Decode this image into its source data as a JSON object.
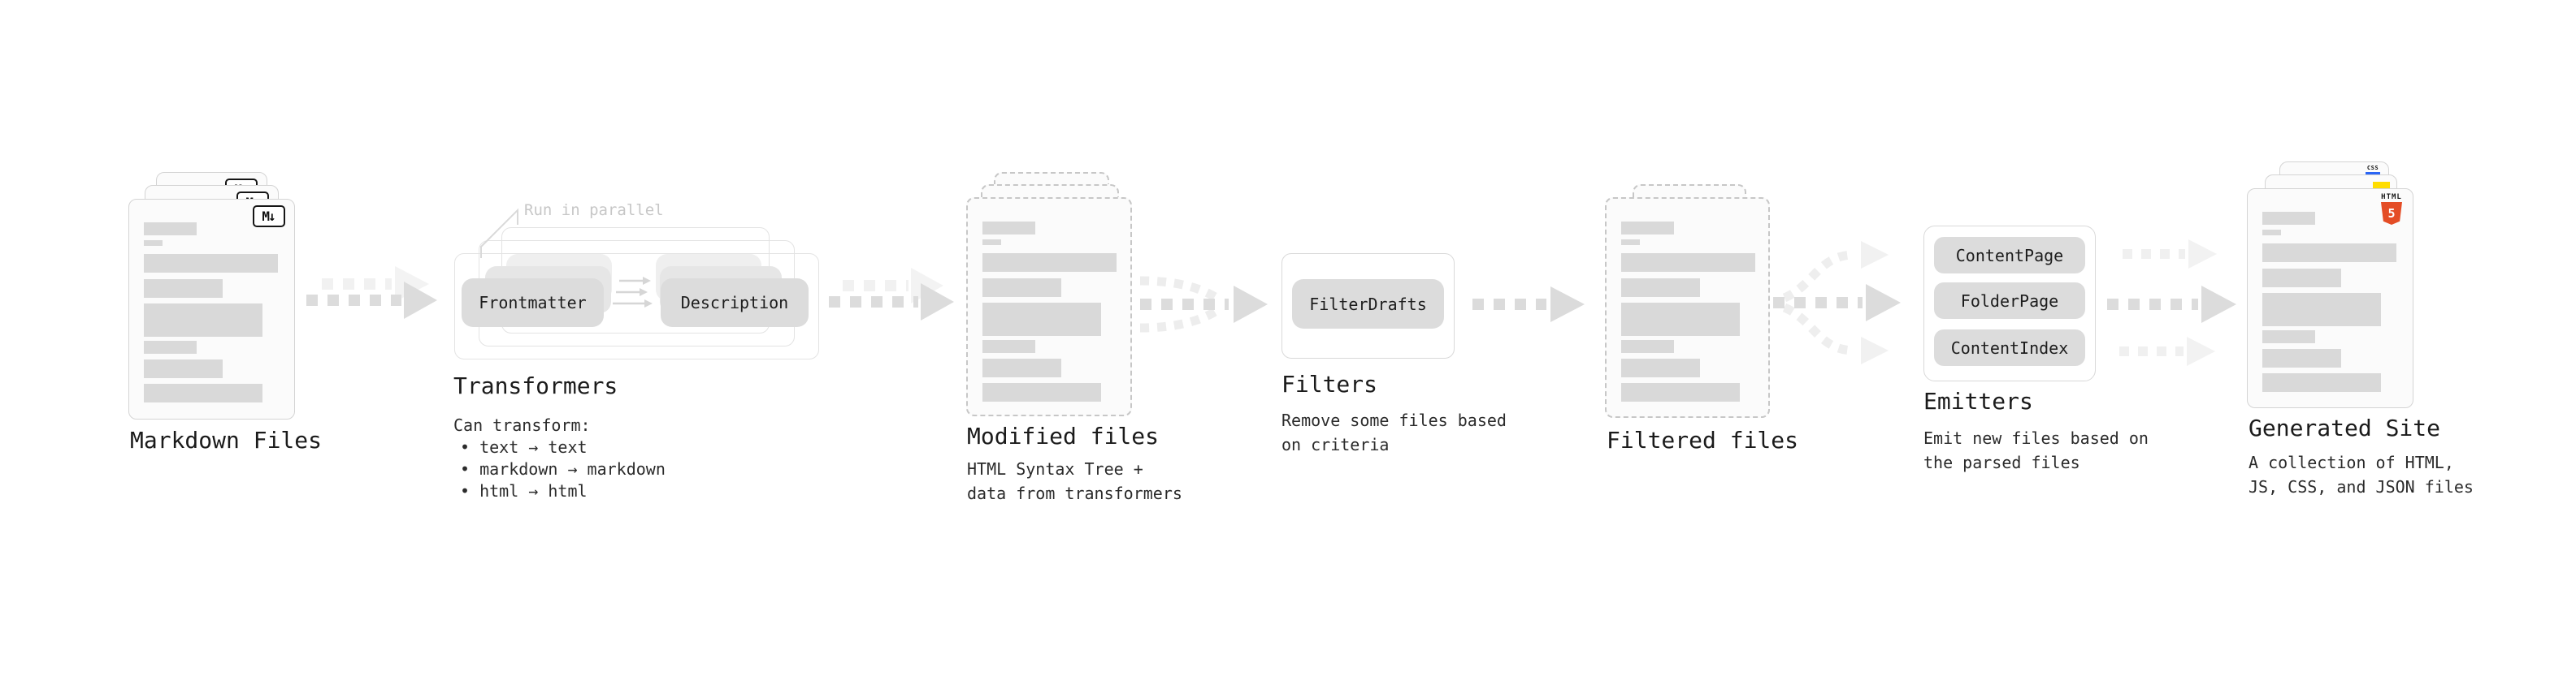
{
  "diagram": {
    "stages": {
      "markdown": {
        "title": "Markdown Files",
        "icon_label": "M↓"
      },
      "transformers": {
        "title": "Transformers",
        "annotation": "Run in parallel",
        "pill_left": "Frontmatter",
        "pill_right": "Description",
        "intro": "Can transform:",
        "bullets": [
          "• text → text",
          "• markdown → markdown",
          "• html → html"
        ]
      },
      "modified": {
        "title": "Modified files",
        "sub1": "HTML Syntax Tree +",
        "sub2": "data from transformers"
      },
      "filters": {
        "title": "Filters",
        "pill": "FilterDrafts",
        "sub1": "Remove some files based",
        "sub2": "on criteria"
      },
      "filtered": {
        "title": "Filtered files"
      },
      "emitters": {
        "title": "Emitters",
        "pills": [
          "ContentPage",
          "FolderPage",
          "ContentIndex"
        ],
        "sub1": "Emit new files based on",
        "sub2": "the parsed files"
      },
      "generated": {
        "title": "Generated Site",
        "sub1": "A collection of HTML,",
        "sub2": "JS, CSS, and JSON files",
        "html5_label": "HTML",
        "html5_number": "5",
        "css_label": "CSS"
      }
    },
    "colors": {
      "bar_gray": "#d9d9d9",
      "arrow_gray": "#dcdcdc",
      "ghost_gray": "#f1f1f1",
      "html5_orange": "#e44d26",
      "js_yellow": "#ffdd00",
      "css_blue": "#2a65f5"
    }
  }
}
